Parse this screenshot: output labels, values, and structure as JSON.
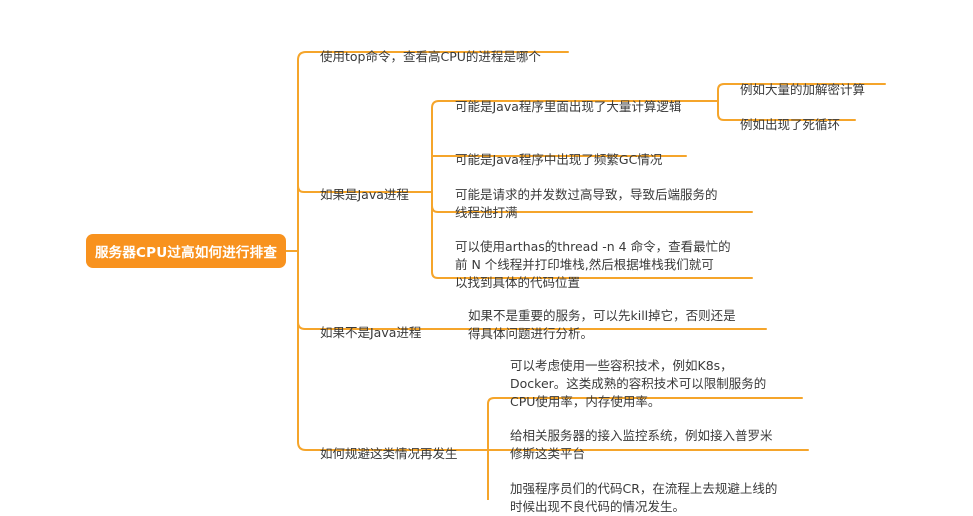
{
  "colors": {
    "accent": "#f8921e",
    "line": "#f5a52b",
    "text": "#3a3a3a",
    "background": "#ffffff"
  },
  "root": {
    "label": "服务器CPU过高如何进行排查"
  },
  "branches": [
    {
      "label": "使用top命令，查看高CPU的进程是哪个"
    },
    {
      "label": "如果是Java进程",
      "children": [
        {
          "label": "可能是Java程序里面出现了大量计算逻辑",
          "children": [
            {
              "label": "例如大量的加解密计算"
            },
            {
              "label": "例如出现了死循环"
            }
          ]
        },
        {
          "label": "可能是Java程序中出现了频繁GC情况"
        },
        {
          "label": "可能是请求的并发数过高导致，导致后端服务的\n线程池打满"
        },
        {
          "label": "可以使用arthas的thread -n 4 命令，查看最忙的\n前 N 个线程并打印堆栈,然后根据堆栈我们就可\n以找到具体的代码位置"
        }
      ]
    },
    {
      "label": "如果不是Java进程",
      "children": [
        {
          "label": "如果不是重要的服务，可以先kill掉它，否则还是\n得具体问题进行分析。"
        }
      ]
    },
    {
      "label": "如何规避这类情况再发生",
      "children": [
        {
          "label": "可以考虑使用一些容积技术，例如K8s，\nDocker。这类成熟的容积技术可以限制服务的\nCPU使用率，内存使用率。"
        },
        {
          "label": "给相关服务器的接入监控系统，例如接入普罗米\n修斯这类平台"
        },
        {
          "label": "加强程序员们的代码CR，在流程上去规避上线的\n时候出现不良代码的情况发生。"
        }
      ]
    }
  ]
}
